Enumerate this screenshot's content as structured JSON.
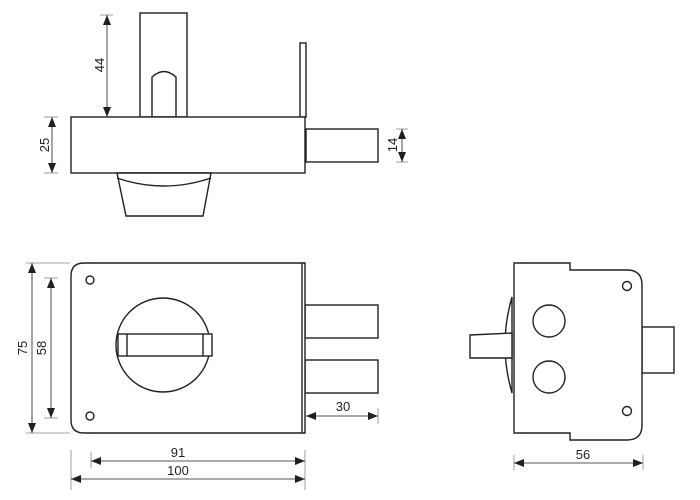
{
  "title": "Rim lock technical drawing",
  "dimensions": {
    "top_view": {
      "cylinder_height": "44",
      "body_depth": "25",
      "bolt_height": "14"
    },
    "front_view": {
      "overall_height": "75",
      "hole_spacing_vertical": "58",
      "bolt_projection": "30",
      "hole_spacing_horizontal": "91",
      "overall_width": "100"
    },
    "side_view": {
      "width": "56"
    }
  },
  "colors": {
    "line": "#231f20",
    "background": "#ffffff"
  }
}
